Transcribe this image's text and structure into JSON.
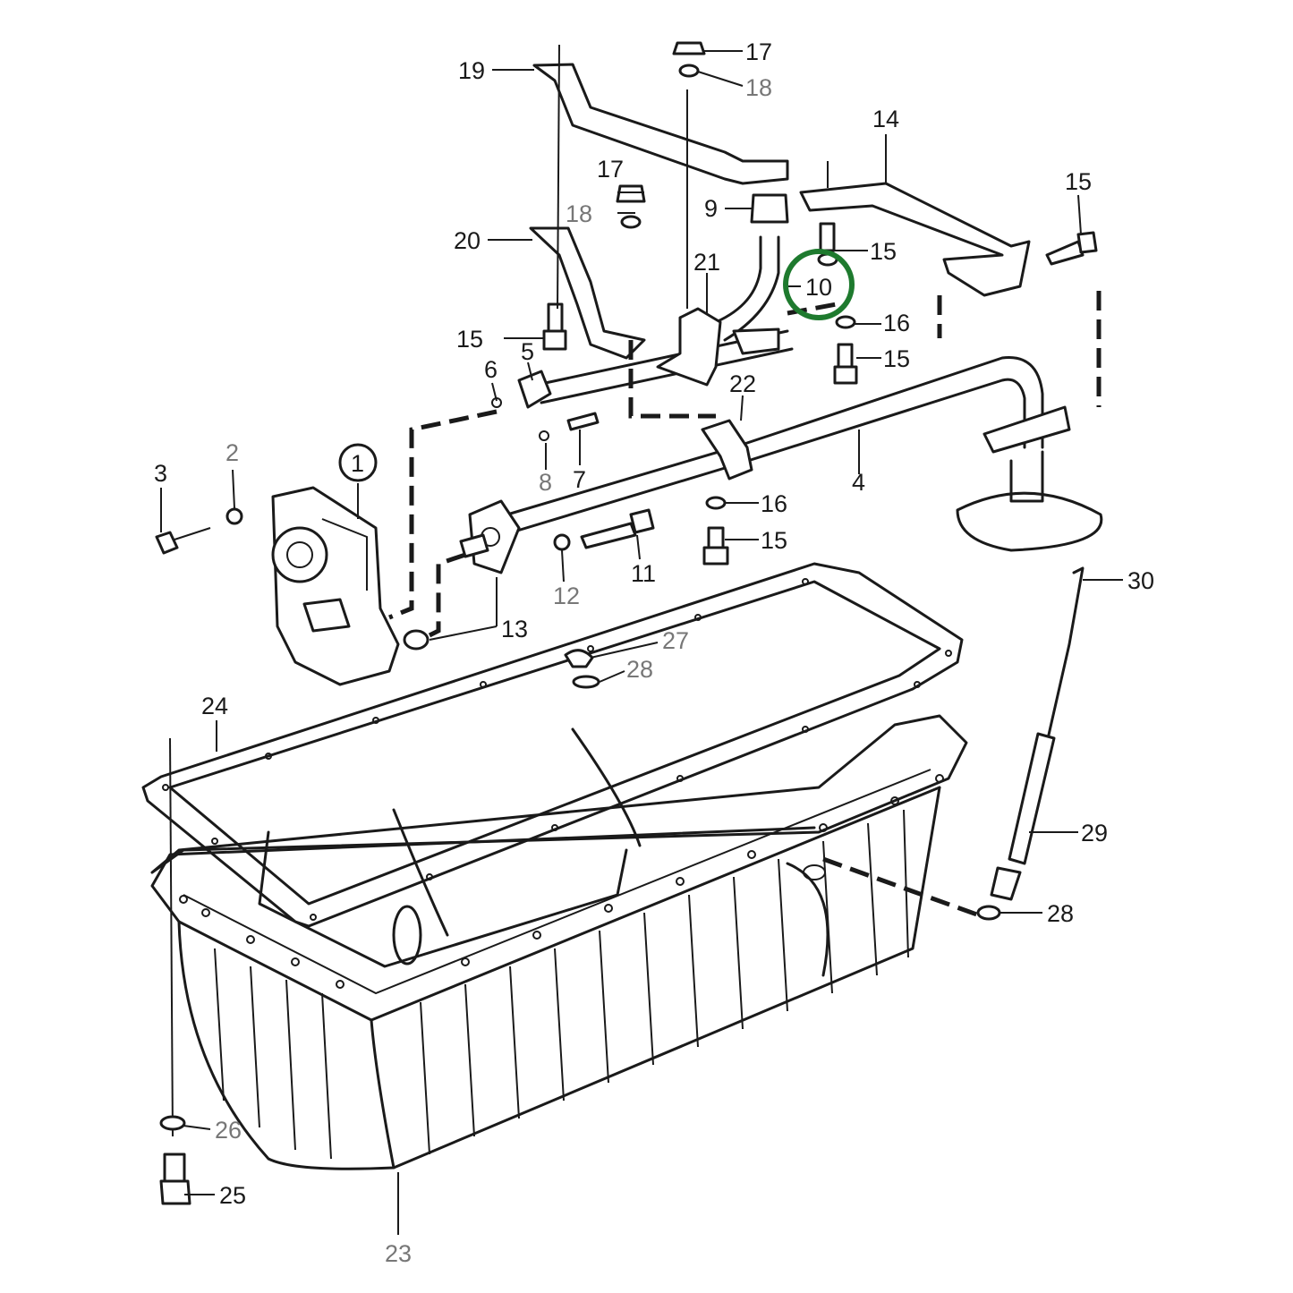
{
  "highlight": {
    "part": "10",
    "color": "#1e7a2e"
  },
  "parts": {
    "p1": "1",
    "p2": "2",
    "p3": "3",
    "p4": "4",
    "p5": "5",
    "p6": "6",
    "p7": "7",
    "p8": "8",
    "p9": "9",
    "p10": "10",
    "p11": "11",
    "p12": "12",
    "p13": "13",
    "p14": "14",
    "p15a": "15",
    "p15b": "15",
    "p15c": "15",
    "p15d": "15",
    "p15e": "15",
    "p16a": "16",
    "p16b": "16",
    "p17a": "17",
    "p17b": "17",
    "p18a": "18",
    "p18b": "18",
    "p19": "19",
    "p20": "20",
    "p21": "21",
    "p22": "22",
    "p23": "23",
    "p24": "24",
    "p25": "25",
    "p26": "26",
    "p27": "27",
    "p28a": "28",
    "p28b": "28",
    "p29": "29",
    "p30": "30"
  },
  "icons": {
    "oil-pump": "gear-housing drawing",
    "oil-pan": "sump pan drawing",
    "pan-gasket": "gasket outline",
    "pickup-pipe": "suction pipe with strainer bowl",
    "dipstick": "dipstick with tube"
  }
}
